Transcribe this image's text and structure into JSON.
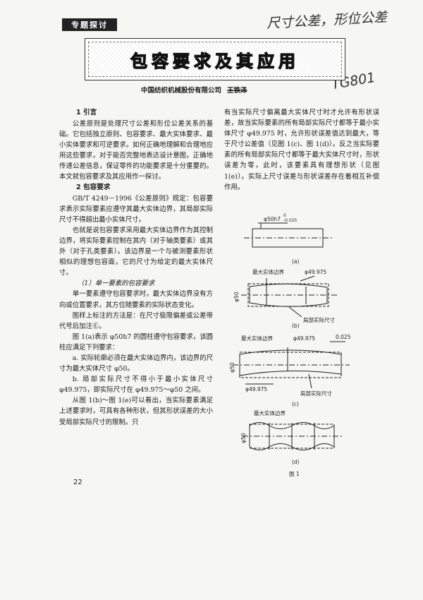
{
  "header": {
    "section_tag": "专题探讨",
    "handwriting_top": "尺寸公差，形位公差",
    "handwriting_side": "TG801"
  },
  "article": {
    "title": "包容要求及其应用",
    "affiliation": "中国纺织机械股份有限公司",
    "author": "王铁泽"
  },
  "left_column": {
    "h1": "1  引言",
    "p1": "公差原则是处理尺寸公差和形位公差关系的基础。它包括独立原则、包容要求、最大实体要求、最小实体要求和可逆要求。如何正确地理解和合理地应用这些要求，对于能否完整地表达设计意图，正确地传递公差信息，保证零件的功能要求是十分重要的。本文就包容要求及其应用作一探讨。",
    "h2": "2  包容要求",
    "p2": "GB/T 4249－1996《公差原则》规定：包容要求表示实际要素应遵守其最大实体边界，其局部实际尺寸不得超出最小实体尺寸。",
    "p3": "也就是说包容要求采用最大实体边界作为其控制边界，将实际要素控制在其内（对于轴类要素）或其外（对于孔类要素）。该边界是一个与被测要素形状相似的理想包容面，它的尺寸为给定的最大实体尺寸。",
    "sub1": "（1）单一要素的包容要求",
    "p4": "单一要素遵守包容要求时，最大实体边界没有方向或位置要求，其方位随要素的实际状态变化。",
    "p5": "图样上标注的方法是：在尺寸极限偏差或公差带代号后加注Ⓔ。",
    "p6": "图 1(a)表示 φ50h7 的圆柱遵守包容要求，该圆柱应满足下列要求：",
    "p7": "a. 实际轮廓必须在最大实体边界内，该边界的尺寸为最大实体尺寸 φ50。",
    "p8": "b. 局部实际尺寸不得小于最小实体尺寸 φ49.975，即实际尺寸在 φ49.975～φ50 之间。",
    "p9": "从图 1(b)～图 1(e)可以看出，当实际要素满足上述要求时，可具有各种形状，但其形状误差的大小受局部实际尺寸的限制。只"
  },
  "right_column": {
    "p1": "有当实际尺寸偏离最大实体尺寸时才允许有形状误差，故当实际要素的所有局部实际尺寸都等于最小实体尺寸 φ49.975 时，允许形状误差值达到最大，等于尺寸公差值（见图 1(c)、图 1(d)）。反之当实际要素的所有局部实际尺寸都等于最大实体尺寸时，形状误差为零，此时，该要素具有理想形状（见图 1(e)）。实际上尺寸误差与形状误差存在着相互补偿作用。"
  },
  "figure": {
    "a_dim": "φ50h7",
    "a_dev_upper": "0",
    "a_dev_lower": "-0.025",
    "a_label": "(a)",
    "mmb": "最大实体边界",
    "d49": "φ49.975",
    "d50": "φ50",
    "local": "局部实际尺寸",
    "b_label": "(b)",
    "tol": "0.025",
    "c_label": "(c)",
    "d_label": "(d)",
    "caption": "图 1"
  },
  "page_number": "22"
}
